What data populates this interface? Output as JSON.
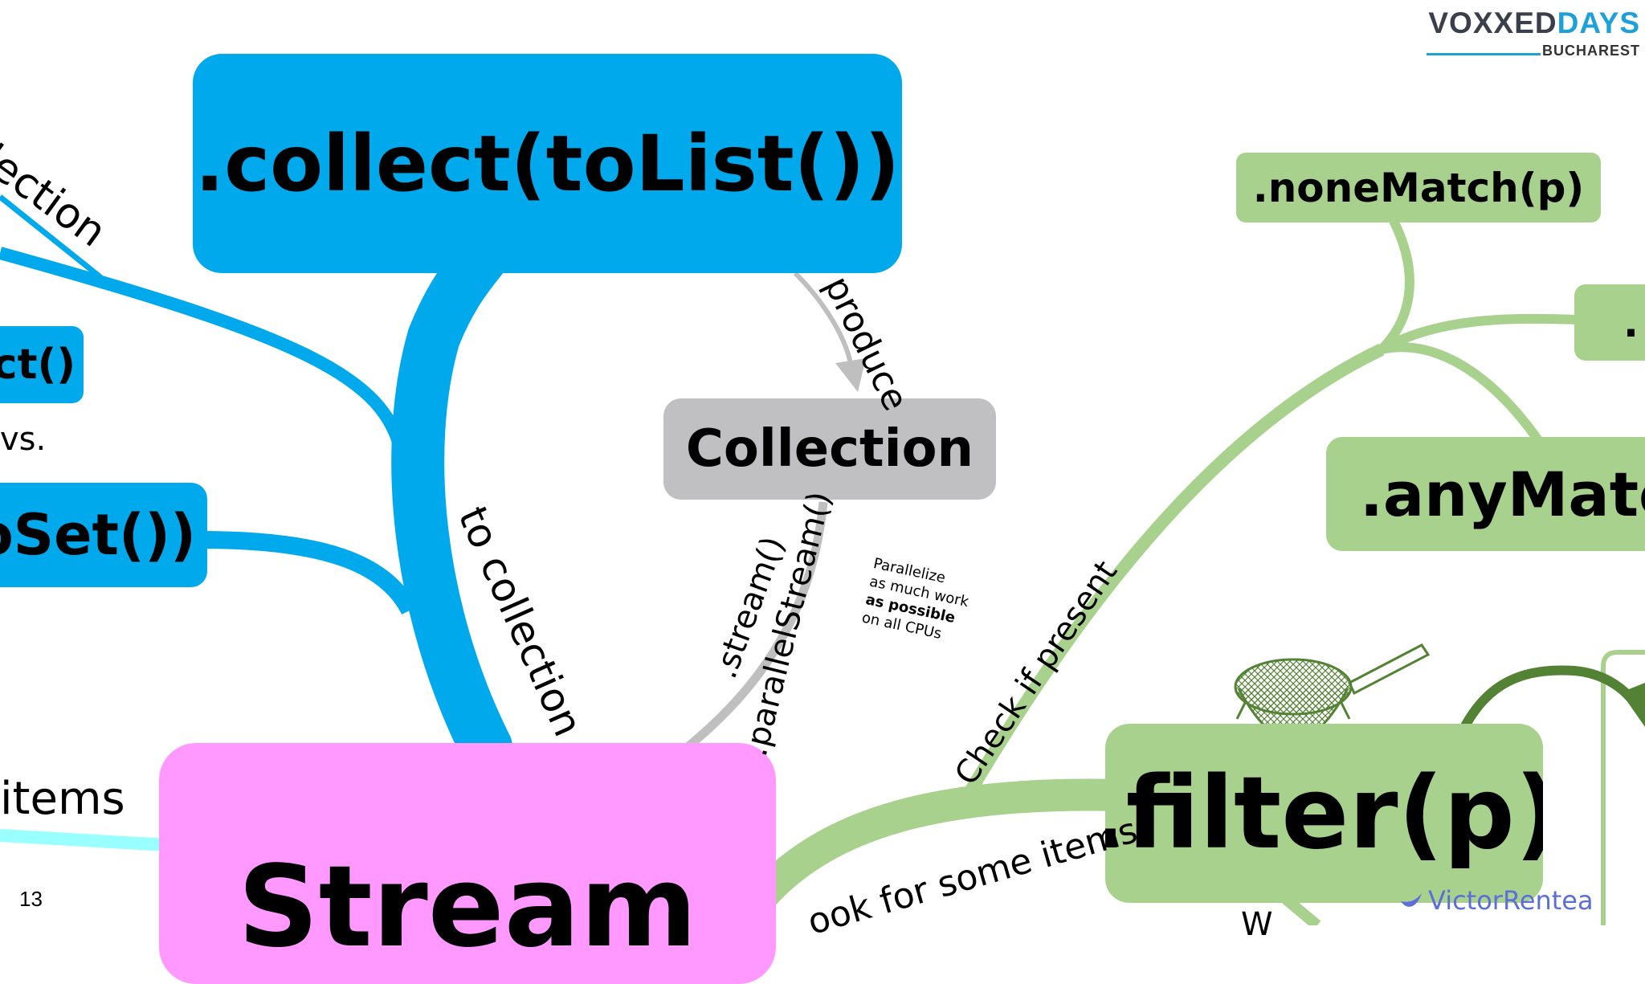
{
  "colors": {
    "blue": "#00a8ec",
    "gray_node": "#c0c0c2",
    "gray_edge": "#bfbfbf",
    "pink": "#ff99ff",
    "green_node": "#a9d18e",
    "green_edge": "#a9d18e",
    "cyan": "#99ffff",
    "dark_green": "#548235",
    "logo_dark": "#3a3f4b",
    "logo_blue": "#1da1d8",
    "author": "#5b6fd6"
  },
  "nodes": {
    "collect_to_list": ".collect(toList())",
    "collection": "Collection",
    "stream": "Stream",
    "to_set_partial": "oSet())",
    "left_partial": "ct()",
    "none_match": ".noneMatch(p)",
    "any_match": ".anyMatch",
    "right_partial": ".",
    "filter": ".filter(p)"
  },
  "labels": {
    "collection_partial": "llection",
    "vs_partial": "vs.",
    "items_partial": "items",
    "to_collection": "to collection",
    "produce": "produce",
    "stream_call": ".stream()",
    "parallel_stream_call": ".parallelStream()",
    "parallelize_note": [
      "Parallelize",
      "as much work",
      "as possible",
      "on all CPUs"
    ],
    "check_if_present": "Check if present",
    "look_for_some_items": "ook for some items",
    "bottom_partial": "W"
  },
  "icons": {
    "strainer": "strainer-icon",
    "author_logo": "author-logo-icon"
  },
  "footer": {
    "slide_number": "13",
    "author": "VictorRentea"
  },
  "logo": {
    "brand_main_dark": "VOXXED",
    "brand_main_blue": "DAYS",
    "brand_sub": "BUCHAREST"
  }
}
